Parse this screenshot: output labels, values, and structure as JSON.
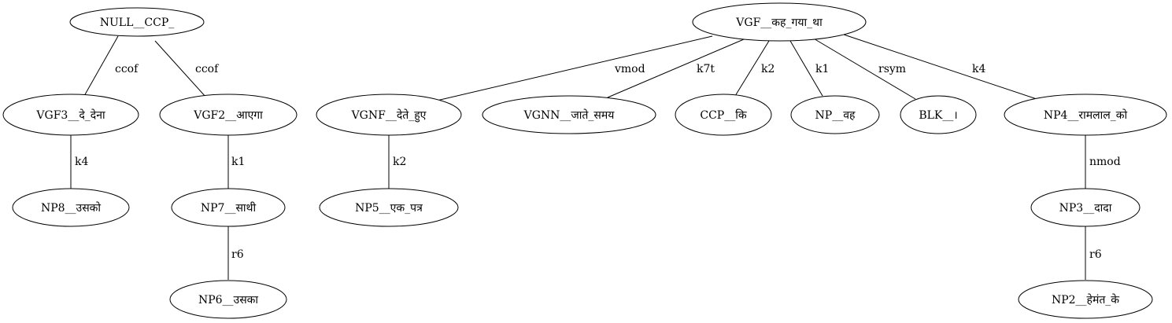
{
  "nodes": {
    "null_ccp": "NULL__CCP_",
    "vgf3": "VGF3__दे_देना",
    "vgf2": "VGF2__आएगा",
    "np8": "NP8__उसको",
    "np7": "NP7__साथी",
    "np6": "NP6__उसका",
    "vgf": "VGF__कह_गया_था",
    "vgnf": "VGNF__देते_हुए",
    "vgnn": "VGNN__जाते_समय",
    "ccp": "CCP__कि",
    "np": "NP__वह",
    "blk": "BLK__।",
    "np4": "NP4__रामलाल_को",
    "np5": "NP5__एक_पत्र",
    "np3": "NP3__दादा",
    "np2": "NP2__हेमंत_के"
  },
  "edges": {
    "null_vgf3": "ccof",
    "null_vgf2": "ccof",
    "vgf3_np8": "k4",
    "vgf2_np7": "k1",
    "np7_np6": "r6",
    "vgf_vgnf": "vmod",
    "vgf_vgnn": "k7t",
    "vgf_ccp": "k2",
    "vgf_np": "k1",
    "vgf_blk": "rsym",
    "vgf_np4": "k4",
    "vgnf_np5": "k2",
    "np4_np3": "nmod",
    "np3_np2": "r6"
  }
}
